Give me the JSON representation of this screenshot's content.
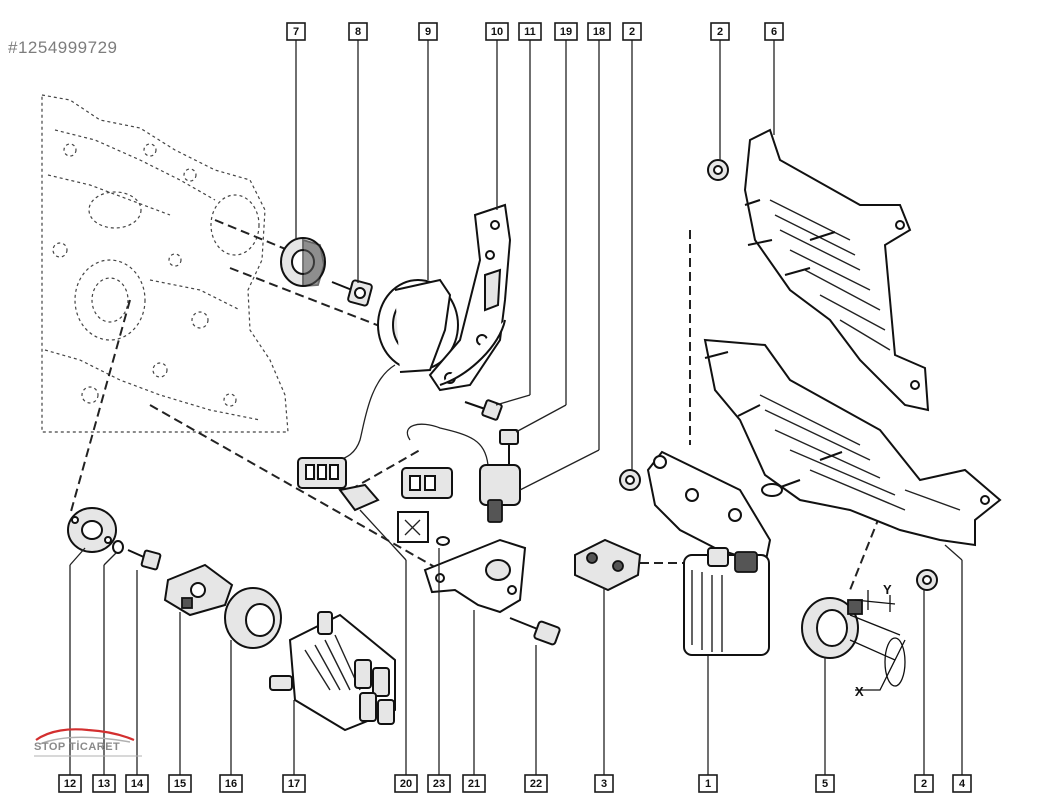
{
  "image_id_text": "#1254999729",
  "brand": {
    "logo_text": "STOP TİCARET"
  },
  "dimension_labels": {
    "x": "X",
    "y": "Y"
  },
  "callouts_top": [
    "7",
    "8",
    "9",
    "10",
    "11",
    "19",
    "18",
    "2",
    "2",
    "6"
  ],
  "callouts_bottom": [
    "12",
    "13",
    "14",
    "15",
    "16",
    "17",
    "20",
    "23",
    "21",
    "22",
    "3",
    "1",
    "5",
    "2",
    "4"
  ]
}
